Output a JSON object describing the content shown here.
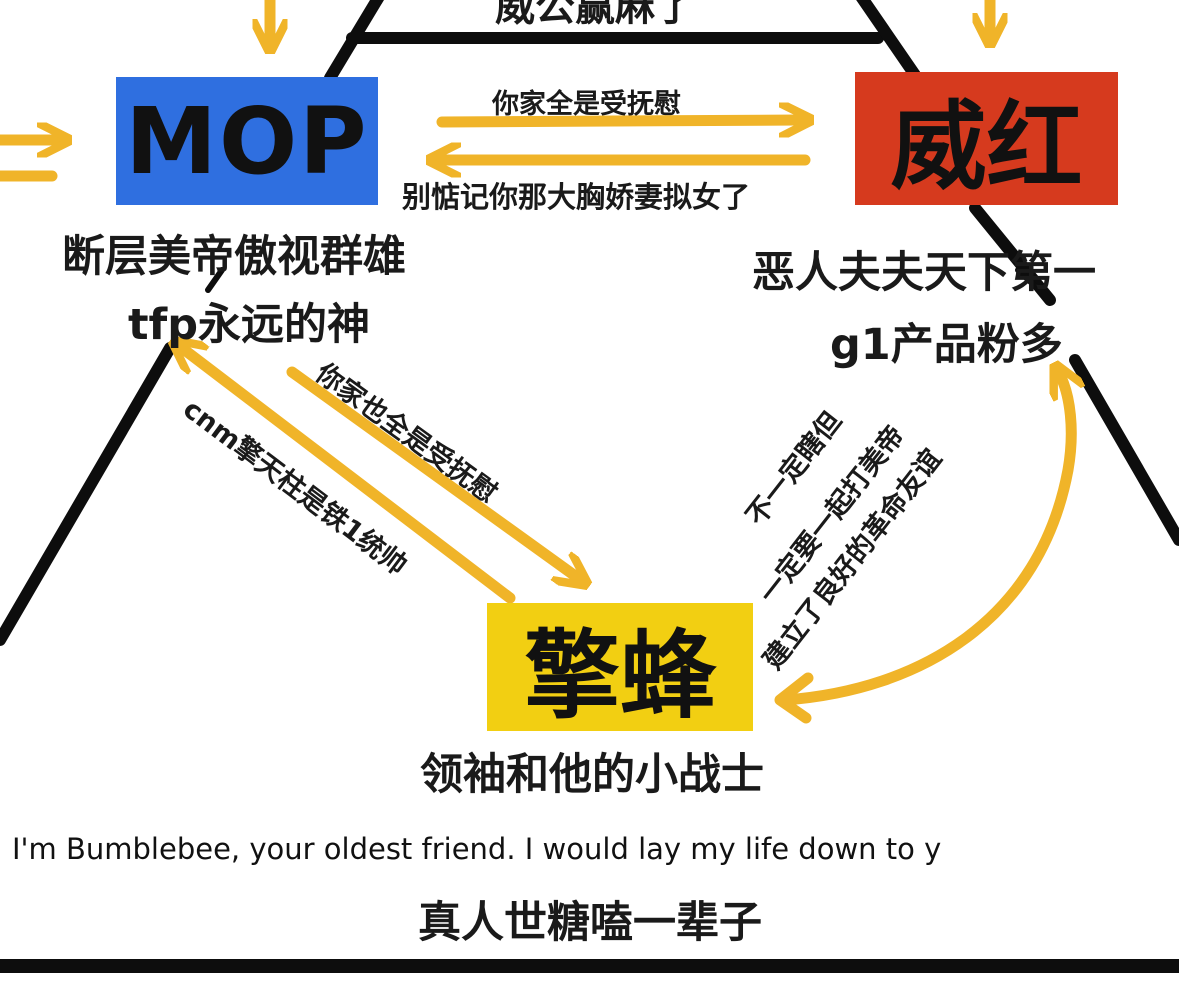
{
  "top_caption": "威公赢麻了",
  "nodes": {
    "mop": {
      "label": "MOP",
      "color": "#2f6fe0"
    },
    "weihong": {
      "label": "威红",
      "color": "#d63a1e"
    },
    "qingfeng": {
      "label": "擎蜂",
      "color": "#f2cf12"
    }
  },
  "descriptions": {
    "mop_line1": "断层美帝傲视群雄",
    "mop_line2": "tfp永远的神",
    "weihong_line1": "恶人夫夫天下第一",
    "weihong_line2": "g1产品粉多",
    "qingfeng_line1": "领袖和他的小战士"
  },
  "edges": {
    "mop_to_weihong": "你家全是受抚慰",
    "weihong_to_mop": "别惦记你那大胸娇妻拟女了",
    "mop_to_qingfeng": "你家也全是受抚慰",
    "qingfeng_to_mop": "cnm擎天柱是铁1统帅",
    "weihong_qingfeng_line1": "不一定瞎但",
    "weihong_qingfeng_line2": "一定要一起打美帝",
    "weihong_qingfeng_line3": "建立了良好的革命友谊"
  },
  "quote": "I'm Bumblebee, your oldest friend. I would lay my life down to y",
  "bottom_caption": "真人世糖嗑一辈子",
  "colors": {
    "arrow": "#f0b429",
    "frame": "#0d0d0d"
  }
}
